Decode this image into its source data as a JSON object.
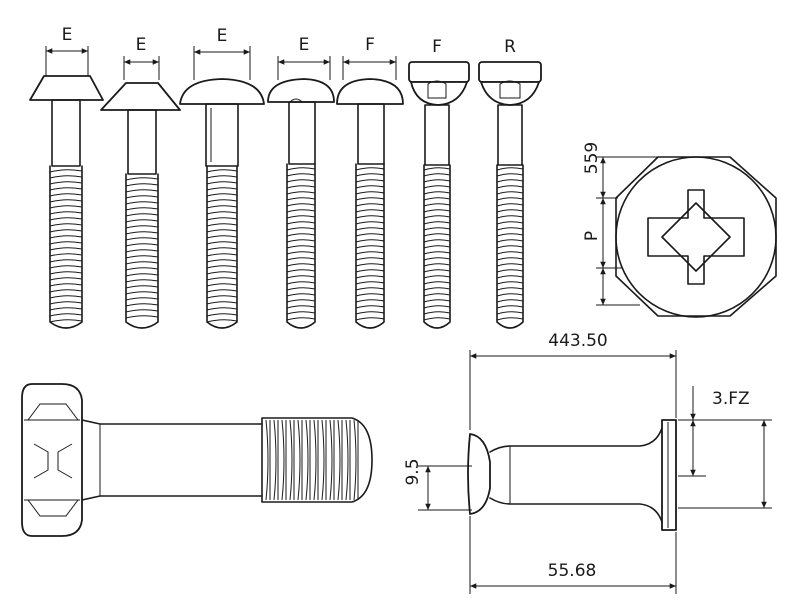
{
  "top_row": {
    "bolts": [
      {
        "label": "E"
      },
      {
        "label": "E"
      },
      {
        "label": "E"
      },
      {
        "label": "E"
      },
      {
        "label": "F"
      },
      {
        "label": "F"
      },
      {
        "label": "R"
      }
    ]
  },
  "head_view": {
    "dim_top": "559",
    "dim_p": "P"
  },
  "side_view": {
    "dim_overall": "443.50",
    "dim_bottom": "55.68",
    "dim_left": "9.5",
    "dim_right": "3.FZ"
  }
}
